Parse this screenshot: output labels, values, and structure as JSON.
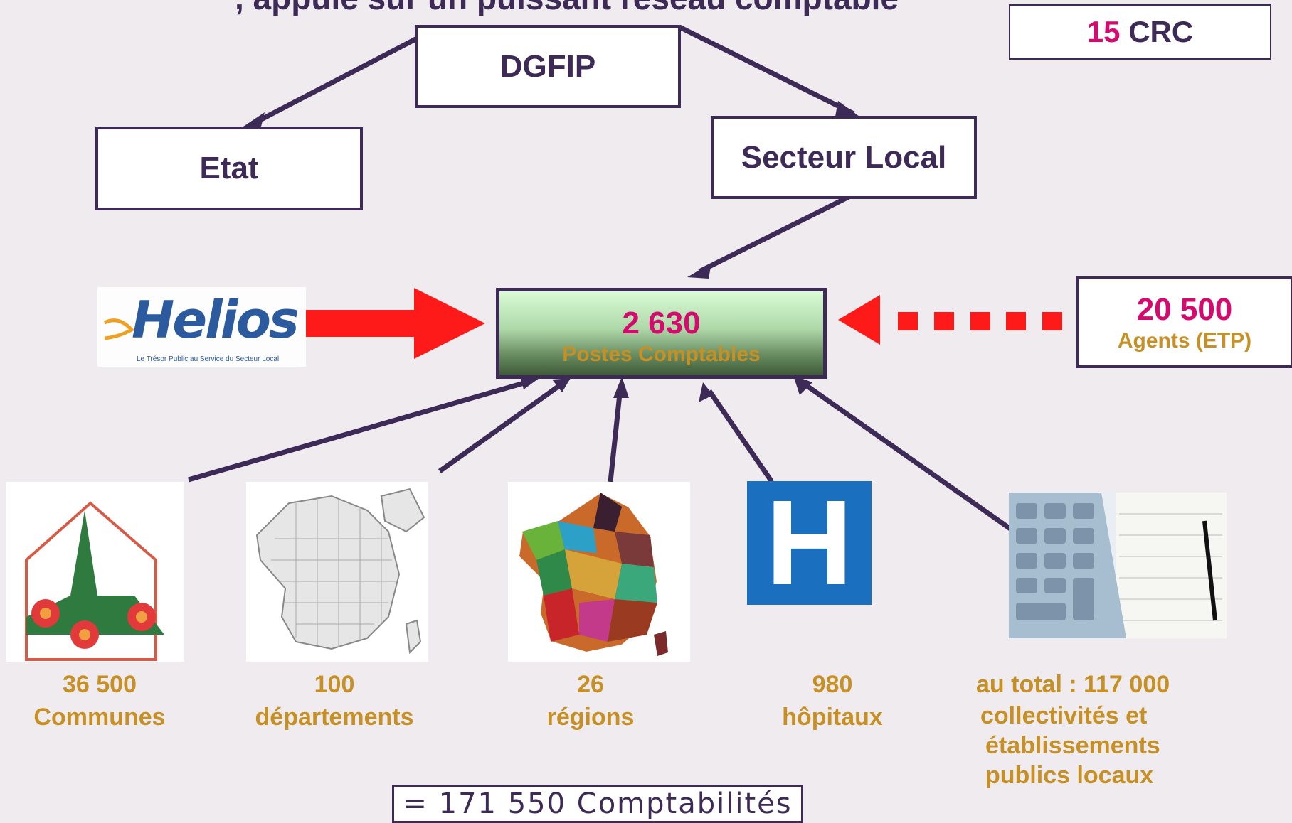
{
  "top_title_partial": ", appuie sur un puissant réseau comptable",
  "crc": {
    "number": "15",
    "label": "CRC"
  },
  "dgfip": "DGFIP",
  "etat": "Etat",
  "secteur_local": "Secteur Local",
  "helios": {
    "logo_text": "Helios",
    "tagline": "Le Trésor Public au Service du Secteur Local"
  },
  "postes": {
    "number": "2 630",
    "label": "Postes Comptables"
  },
  "agents": {
    "number": "20 500",
    "label": "Agents (ETP)"
  },
  "items": [
    {
      "number": "36 500",
      "label": "Communes"
    },
    {
      "number": "100",
      "label": "départements"
    },
    {
      "number": "26",
      "label": "régions"
    },
    {
      "number": "980",
      "label": "hôpitaux"
    },
    {
      "number": "au total : 117 000",
      "label": "collectivités et",
      "label2": "établissements",
      "label3": "publics locaux"
    }
  ],
  "total": "= 171 550 Comptabilités",
  "hospital_letter": "H",
  "colors": {
    "border": "#3d2a57",
    "accent": "#d40a6e",
    "gold": "#c69024",
    "red": "#ff1a1a"
  }
}
